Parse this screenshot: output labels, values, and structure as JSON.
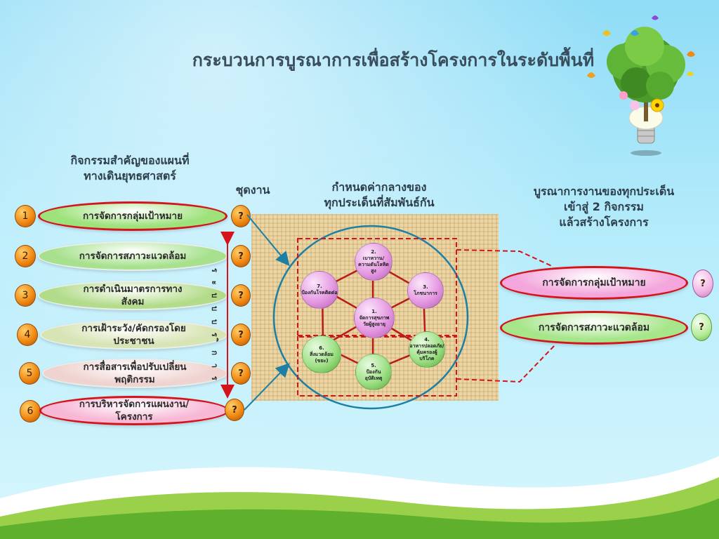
{
  "title": "กระบวนการบูรณาการเพื่อสร้างโครงการในระดับพื้นที่",
  "headings": {
    "left": [
      "กิจกรรมสำคัญของแผนที่",
      "ทางเดินยุทธศาสตร์"
    ],
    "work_set": "ชุดงาน",
    "center": [
      "กำหนดค่ากลางของ",
      "ทุกประเด็นที่สัมพันธ์กัน"
    ],
    "right": [
      "บูรณาการงานของทุกประเด็น",
      "เข้าสู่ 2 กิจกรรม",
      "แล้วสร้างโครงการ"
    ]
  },
  "activities": [
    {
      "num": "1",
      "lines": [
        "การจัดการกลุ่มเป้าหมาย"
      ],
      "color": "#9ee27c",
      "highlight": true
    },
    {
      "num": "2",
      "lines": [
        "การจัดการสภาวะแวดล้อม"
      ],
      "color": "#a8e18e",
      "highlight": false
    },
    {
      "num": "3",
      "lines": [
        "การดำเนินมาตรการทาง",
        "สังคม"
      ],
      "color": "#b3dc8a",
      "highlight": false
    },
    {
      "num": "4",
      "lines": [
        "การเฝ้าระวัง/คัดกรองโดย",
        "ประชาชน"
      ],
      "color": "#d7e4b4",
      "highlight": false
    },
    {
      "num": "5",
      "lines": [
        "การสื่อสารเพื่อปรับเปลี่ยน",
        "พฤติกรรม"
      ],
      "color": "#efd3d0",
      "highlight": false
    },
    {
      "num": "6",
      "lines": [
        "การบริหารจัดการแผนงาน/",
        "โครงการ"
      ],
      "color": "#f7b8d6",
      "highlight": true
    }
  ],
  "question_mark": "?",
  "vertical_label": "ร ะ บ บ บ ร ิ ก า ร",
  "nodes": [
    {
      "id": "1",
      "text": "1.\nจัดการสุขภาพ\nวัยผู้สูงอายุ",
      "color": "pink"
    },
    {
      "id": "2",
      "text": "2.\nเบาหวาน/\nความดันโลหิต\nสูง",
      "color": "pink"
    },
    {
      "id": "3",
      "text": "3.\nโภชนาการ",
      "color": "pink"
    },
    {
      "id": "4",
      "text": "4.\nอาหารปลอดภัย/\nคุ้มครองผู้\nบริโภค",
      "color": "green"
    },
    {
      "id": "5",
      "text": "5.\nป้องกัน\nอุบัติเหตุ",
      "color": "green"
    },
    {
      "id": "6",
      "text": "6.\nสิ่งแวดล้อม\n(ขยะ)",
      "color": "green"
    },
    {
      "id": "7",
      "text": "7.\nป้องกันโรคติดต่อ",
      "color": "pink"
    }
  ],
  "goals": [
    {
      "label": "การจัดการกลุ่มเป้าหมาย",
      "color": "#f3a6dc"
    },
    {
      "label": "การจัดการสภาวะแวดล้อม",
      "color": "#a6e58a"
    }
  ],
  "colors": {
    "highlight": "#d4131a",
    "arrow": "#1d7fa3",
    "web": "#b81b1b",
    "num_badge": "#f08a14"
  }
}
